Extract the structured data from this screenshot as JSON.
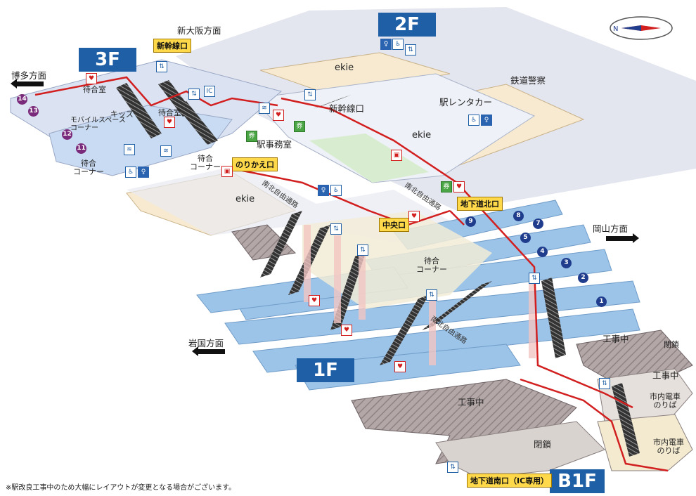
{
  "floors": {
    "f3": "3F",
    "f2": "2F",
    "f1": "1F",
    "b1": "B1F"
  },
  "directions": {
    "shin_osaka": "新大阪方面",
    "hakata": "博多方面",
    "okayama": "岡山方面",
    "iwakuni": "岩国方面"
  },
  "gates": {
    "shinkansen_gate": "新幹線口",
    "transfer_gate": "のりかえ口",
    "underground_north": "地下道北口",
    "central_gate": "中央口",
    "underground_south": "地下道南口（IC専用）"
  },
  "labels": {
    "waiting_room_1": "待合室",
    "waiting_room_2": "待合室",
    "kids": "キッズ",
    "mobile_corner": "モバイルスペース\nコーナー",
    "waiting_corner_1": "待合\nコーナー",
    "waiting_corner_2": "待合\nコーナー",
    "waiting_corner_3": "待合\nコーナー",
    "station_office": "駅事務室",
    "shinkansen_exit": "新幹線口",
    "rental_car": "駅レンタカー",
    "railway_police": "鉄道警察",
    "ekie_1": "ekie",
    "ekie_2": "ekie",
    "ekie_3": "ekie",
    "under_construction_1": "工事中",
    "under_construction_2": "工事中",
    "under_construction_3": "工事中",
    "closed_1": "閉鎖",
    "closed_2": "閉鎖",
    "tram_1": "市内電車\nのりば",
    "tram_2": "市内電車\nのりば",
    "concourse_1": "南北自由通路",
    "concourse_2": "南北自由通路",
    "concourse_3": "南北自由通路"
  },
  "tracks": {
    "purple": [
      "14",
      "13",
      "12",
      "11"
    ],
    "blue": [
      "9",
      "8",
      "7",
      "5",
      "4",
      "3",
      "2",
      "1"
    ]
  },
  "icons": {
    "restroom": "restroom-icon",
    "accessible": "accessible-icon",
    "elevator": "elevator-icon",
    "aed": "aed-icon",
    "wifi": "wifi-icon",
    "ticket": "ticket-icon",
    "ic": "ic-card-icon",
    "atm": "5489"
  },
  "colors": {
    "floor_badge": "#1f5fa5",
    "platform": "#9cc3e8",
    "upper_floor": "#dde4f2",
    "shop_area": "#f5e3c4",
    "route": "#d21f1f",
    "construction": "#9a8f90",
    "gate_label": "#ffd94a"
  },
  "footnote": "※駅改良工事中のため大幅にレイアウトが変更となる場合がございます。"
}
